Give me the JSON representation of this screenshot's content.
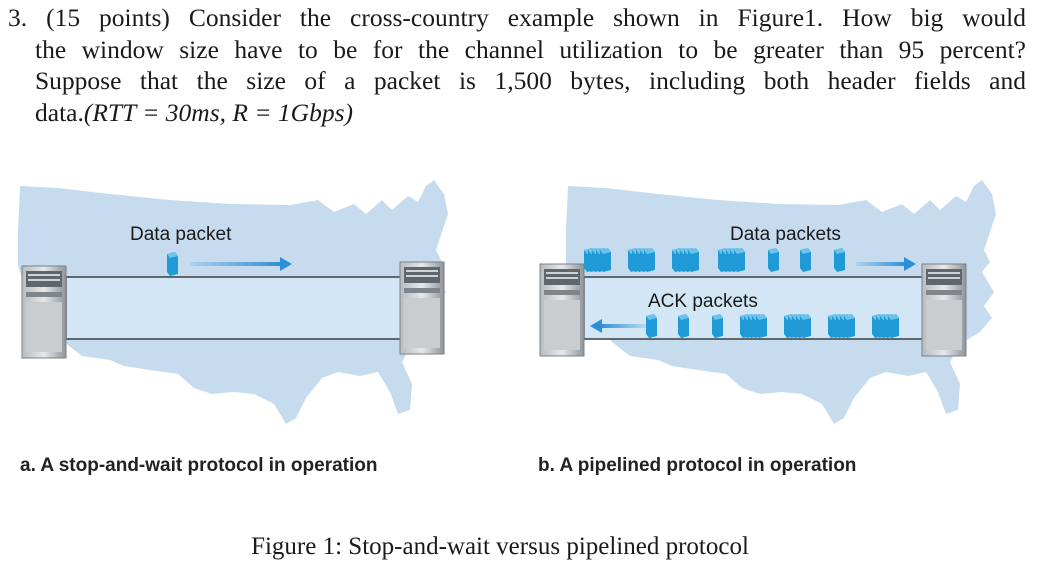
{
  "question": {
    "number": "3.",
    "points": "(15 points)",
    "line1_rest": "Consider the cross-country example shown in Figure1. How big would",
    "line2": "the window size have to be for the channel utilization to be greater than 95 percent?",
    "line3": "Suppose that the size of a packet is 1,500 bytes, including both header fields and",
    "line4_text": "data.",
    "line4_math": "(RTT = 30ms, R = 1Gbps)"
  },
  "figure": {
    "panel_a": {
      "data_label": "Data packet",
      "caption": "a. A stop-and-wait protocol in operation"
    },
    "panel_b": {
      "data_label": "Data packets",
      "ack_label": "ACK packets",
      "caption": "b. A pipelined protocol in operation"
    },
    "caption": "Figure 1: Stop-and-wait versus pipelined protocol"
  },
  "colors": {
    "map_fill": "#c6dcee",
    "tube_fill": "#d2e6f5",
    "packet_blue": "#1f9ad6",
    "arrow_blue": "#2d8fd8",
    "server_gray": "#9aa0a4"
  }
}
